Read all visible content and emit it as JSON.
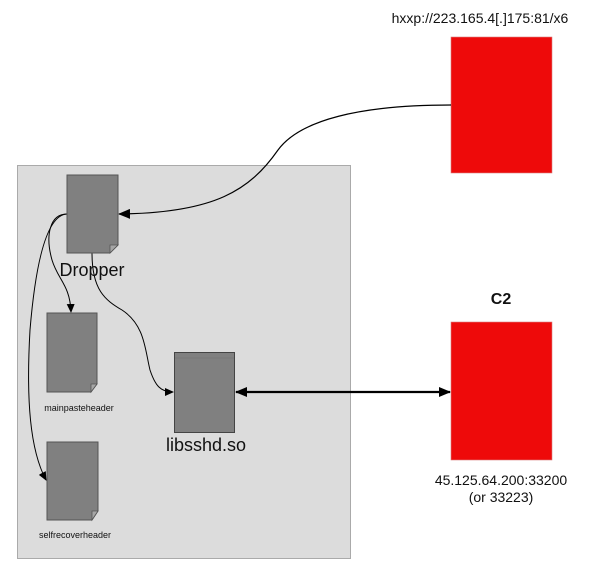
{
  "diagram": {
    "colors": {
      "server_fill": "#ee0a0a",
      "container_fill": "#dcdcdc",
      "file_fill": "#808080",
      "edge": "#000000"
    },
    "nodes": {
      "download_server": {
        "label": "hxxp://223.165.4[.]175:81/x6",
        "kind": "server"
      },
      "c2_server": {
        "title": "C2",
        "address": "45.125.64.200:33200",
        "alt_port": "(or 33223)",
        "kind": "server"
      },
      "dropper": {
        "label": "Dropper",
        "kind": "file"
      },
      "mainpasteheader": {
        "label": "mainpasteheader",
        "kind": "file"
      },
      "libsshd": {
        "label": "libsshd.so",
        "kind": "file"
      },
      "selfrecoverheader": {
        "label": "selfrecoverheader",
        "kind": "file"
      }
    },
    "edges": [
      {
        "from": "download_server",
        "to": "dropper",
        "direction": "forward"
      },
      {
        "from": "dropper",
        "to": "mainpasteheader",
        "direction": "forward"
      },
      {
        "from": "dropper",
        "to": "selfrecoverheader",
        "direction": "forward"
      },
      {
        "from": "dropper",
        "to": "libsshd",
        "direction": "forward"
      },
      {
        "from": "libsshd",
        "to": "c2_server",
        "direction": "bidirectional"
      }
    ]
  }
}
